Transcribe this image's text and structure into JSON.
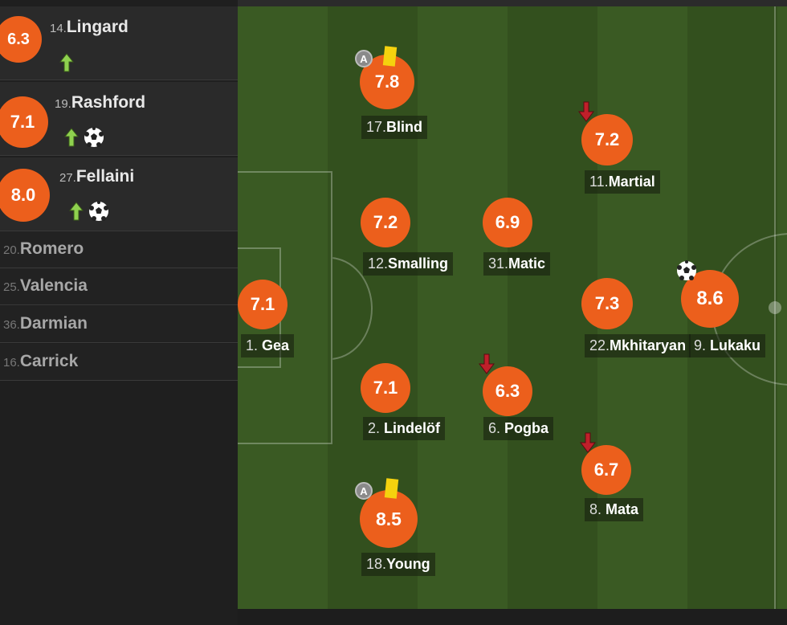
{
  "substitutes": [
    {
      "num": "14.",
      "name": "Lingard",
      "rating": "6.3",
      "goal": false
    },
    {
      "num": "19.",
      "name": "Rashford",
      "rating": "7.1",
      "goal": true
    },
    {
      "num": "27.",
      "name": "Fellaini",
      "rating": "8.0",
      "goal": true
    }
  ],
  "bench": [
    {
      "num": "20.",
      "name": "Romero"
    },
    {
      "num": "25.",
      "name": "Valencia"
    },
    {
      "num": "36.",
      "name": "Darmian"
    },
    {
      "num": "16.",
      "name": "Carrick"
    }
  ],
  "lineup": {
    "gea": {
      "num": "1.",
      "name": "Gea",
      "rating": "7.1"
    },
    "blind": {
      "num": "17.",
      "name": "Blind",
      "rating": "7.8",
      "captain": "A"
    },
    "smalling": {
      "num": "12.",
      "name": "Smalling",
      "rating": "7.2"
    },
    "lindelof": {
      "num": "2.",
      "name": "Lindelöf",
      "rating": "7.1"
    },
    "young": {
      "num": "18.",
      "name": "Young",
      "rating": "8.5",
      "captain": "A"
    },
    "matic": {
      "num": "31.",
      "name": "Matic",
      "rating": "6.9"
    },
    "pogba": {
      "num": "6.",
      "name": "Pogba",
      "rating": "6.3"
    },
    "martial": {
      "num": "11.",
      "name": "Martial",
      "rating": "7.2"
    },
    "mkhitaryan": {
      "num": "22.",
      "name": "Mkhitaryan",
      "rating": "7.3"
    },
    "mata": {
      "num": "8.",
      "name": "Mata",
      "rating": "6.7"
    },
    "lukaku": {
      "num": "9.",
      "name": "Lukaku",
      "rating": "8.6"
    }
  },
  "colors": {
    "rating": "#ec5f1c",
    "sub_in": "#8fd14f",
    "sub_out": "#c0202a",
    "yellow_card": "#f5d20e"
  }
}
